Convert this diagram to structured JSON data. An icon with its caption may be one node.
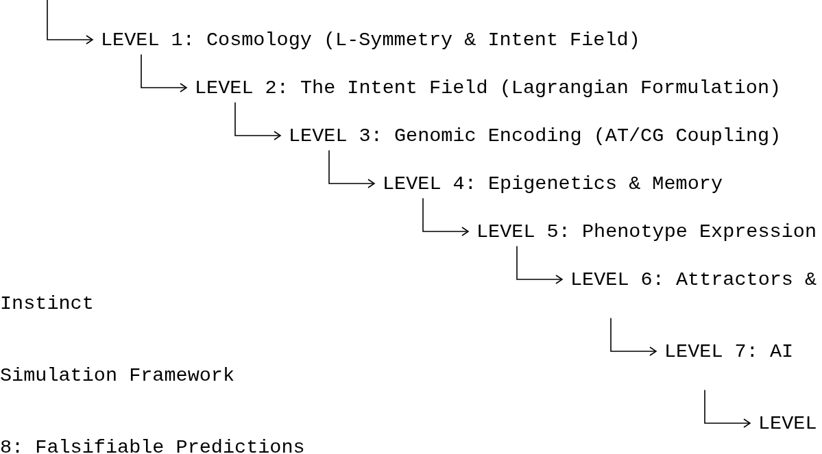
{
  "diagram": {
    "nodes": [
      {
        "text": [
          "LEVEL 1: Cosmology (L-Symmetry & Intent Field)"
        ]
      },
      {
        "text": [
          "LEVEL 2: The Intent Field (Lagrangian Formulation)"
        ]
      },
      {
        "text": [
          "LEVEL 3: Genomic Encoding (AT/CG Coupling)"
        ]
      },
      {
        "text": [
          "LEVEL 4: Epigenetics & Memory"
        ]
      },
      {
        "text": [
          "LEVEL 5: Phenotype Expression"
        ]
      },
      {
        "text": [
          "LEVEL 6: Attractors & Instinct"
        ]
      },
      {
        "text": [
          "LEVEL 7: AI Simulation Framework"
        ]
      },
      {
        "text": [
          "LEVEL 8: Falsifiable Predictions"
        ]
      }
    ],
    "edges": [
      {
        "from": null,
        "to": 0,
        "arrow": "to"
      },
      {
        "from": 0,
        "to": 1,
        "arrow": "to"
      },
      {
        "from": 1,
        "to": 2,
        "arrow": "to"
      },
      {
        "from": 2,
        "to": 3,
        "arrow": "to"
      },
      {
        "from": 3,
        "to": 4,
        "arrow": "to"
      },
      {
        "from": 4,
        "to": 5,
        "arrow": "to"
      },
      {
        "from": 5,
        "to": 6,
        "arrow": "to"
      },
      {
        "from": 6,
        "to": 7,
        "arrow": "to"
      }
    ]
  }
}
